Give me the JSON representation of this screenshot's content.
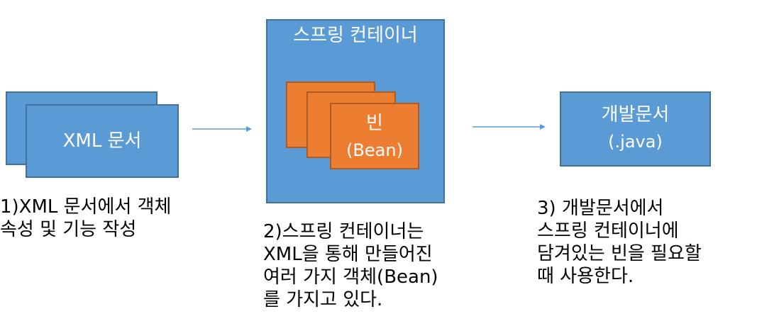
{
  "xml_doc": {
    "label": "XML 문서",
    "caption": [
      "1)XML 문서에서 객체",
      "속성 및 기능 작성"
    ]
  },
  "container": {
    "title": "스프링 컨테이너",
    "bean_line1": "빈",
    "bean_line2": "(Bean)",
    "caption": [
      "2)스프링 컨테이너는",
      "XML을 통해 만들어진",
      "여러 가지 객체(Bean)",
      "를 가지고 있다."
    ]
  },
  "dev_doc": {
    "line1": "개발문서",
    "line2": "(.java)",
    "caption": [
      "3) 개발문서에서",
      "스프링 컨테이너에",
      "담겨있는 빈을 필요할",
      "때 사용한다."
    ]
  }
}
